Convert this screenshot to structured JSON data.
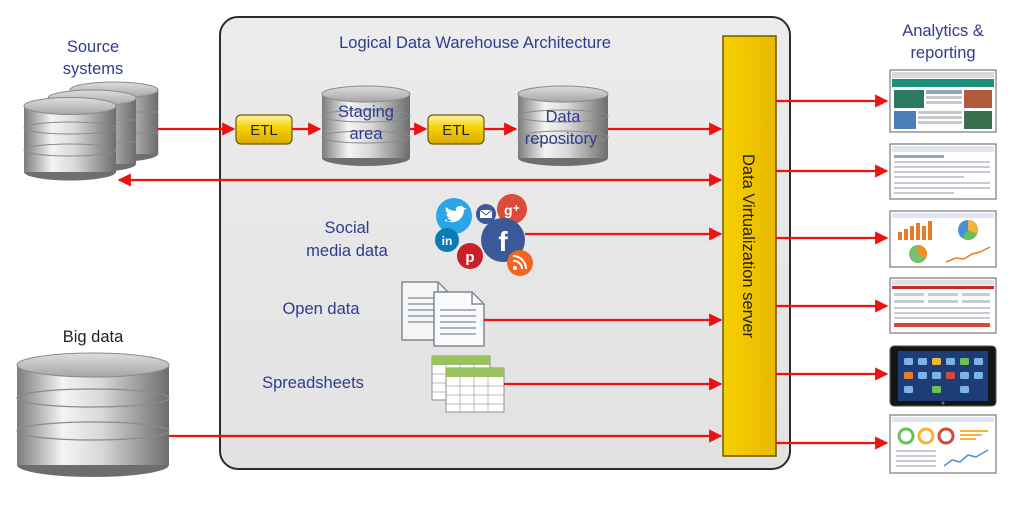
{
  "texts": {
    "source_systems": [
      "Source",
      "systems"
    ],
    "big_data": "Big data",
    "architecture_title": "Logical Data Warehouse Architecture",
    "etl_1": "ETL",
    "etl_2": "ETL",
    "staging_area": [
      "Staging",
      "area"
    ],
    "data_repository": [
      "Data",
      "repository"
    ],
    "social_media": [
      "Social",
      "media data"
    ],
    "open_data": "Open data",
    "spreadsheets": "Spreadsheets",
    "dv_server": "Data Virtualization server",
    "analytics": [
      "Analytics &",
      "reporting"
    ]
  },
  "colors": {
    "arrow": "#ee1111",
    "etl_fill": "#f5d200",
    "dv_fill": "#f3c400",
    "panel_fill": "#e9e9e9",
    "label_blue": "#2f3c8f"
  },
  "icons": {
    "social": [
      "twitter",
      "email",
      "google-plus",
      "linkedin",
      "facebook",
      "pinterest",
      "rss"
    ]
  }
}
